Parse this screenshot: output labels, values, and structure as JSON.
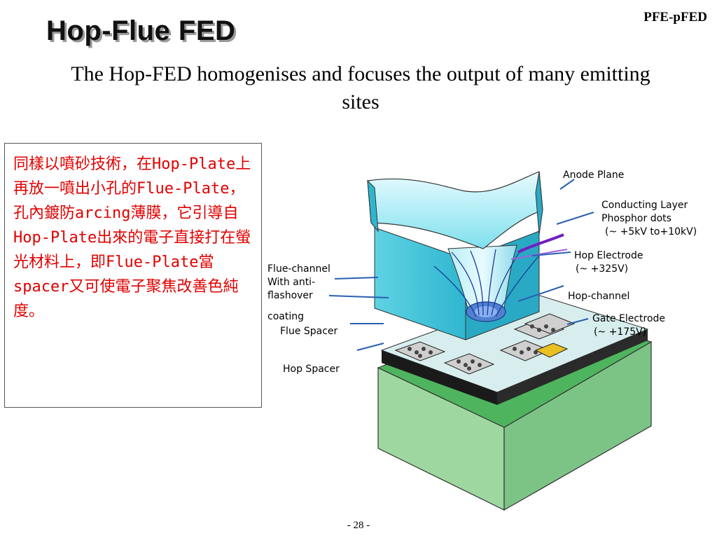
{
  "slide": {
    "title": "Hop-Flue FED",
    "tag": "PFE-pFED",
    "subtitle": "The Hop-FED homogenises and focuses the output of many emitting sites",
    "note": "同樣以噴砂技術，在Hop-Plate上再放一噴出小孔的Flue-Plate，孔內鍍防arcing薄膜，它引導自Hop-Plate出來的電子直接打在螢光材料上，即Flue-Plate當spacer又可使電子聚焦改善色純度。",
    "footer": "- 28 -"
  },
  "diagram": {
    "labels": {
      "anode": "Anode Plane",
      "conducting_1": "Conducting Layer",
      "conducting_2": "Phosphor dots",
      "conducting_3": "(~ +5kV to+10kV)",
      "hop_electrode_1": "Hop Electrode",
      "hop_electrode_2": "(~ +325V)",
      "hop_channel": "Hop-channel",
      "gate_1": "Gate Electrode",
      "gate_2": "(~ +175V)",
      "flue_channel_1": "Flue-channel",
      "flue_channel_2": "With anti-",
      "flue_channel_3": "flashover",
      "flue_channel_4": "coating",
      "flue_spacer": "Flue Spacer",
      "hop_spacer": "Hop Spacer"
    },
    "colors": {
      "cyan_top": "#7fe0ee",
      "cyan_side": "#3ec0d6",
      "green_base": "#9ed8a0",
      "leader": "#2a5fb0",
      "purple": "#7020c0"
    }
  }
}
